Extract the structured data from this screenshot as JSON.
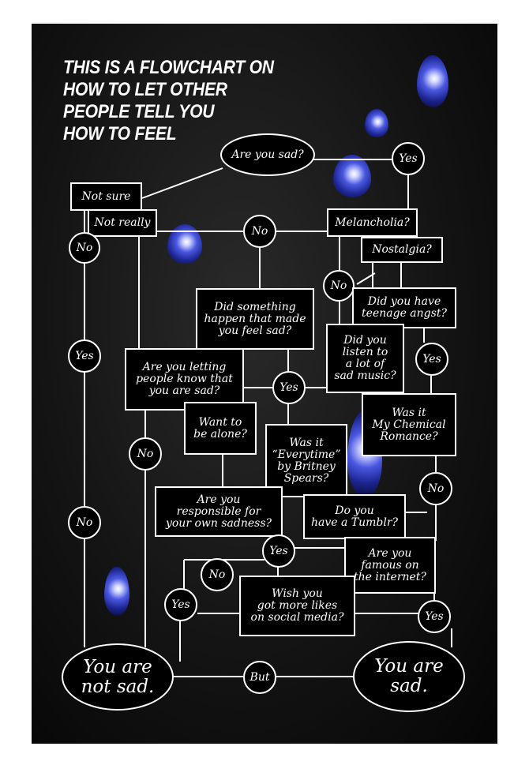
{
  "title_lines": [
    "THIS IS A FLOWCHART ON",
    "HOW TO LET OTHER",
    "PEOPLE TELL YOU",
    "HOW TO FEEL"
  ],
  "nodes": {
    "are_you_sad": "Are you sad?",
    "yes_top": "Yes",
    "not_sure": "Not sure",
    "not_really": "Not really",
    "no_left": "No",
    "no_center": "No",
    "melancholia": "Melancholia?",
    "nostalgia": "Nostalgia?",
    "no_melancholia": "No",
    "did_something_happen": "Did something\nhappen that made\nyou feel sad?",
    "teenage_angst": "Did you have\nteenage angst?",
    "yes_left": "Yes",
    "listen_sad_music": "Did you\nlisten to\na lot of\nsad music?",
    "yes_music": "Yes",
    "letting_people_know": "Are you letting\npeople know that\nyou are sad?",
    "yes_mid": "Yes",
    "my_chemical_romance": "Was it\nMy Chemical\nRomance?",
    "want_alone": "Want to\nbe alone?",
    "no_mid_left": "No",
    "everytime_britney": "Was it\n“Everytime”\nby Britney\nSpears?",
    "no_right": "No",
    "no_left_lower": "No",
    "responsible_sadness": "Are you\nresponsible for\nyour own sadness?",
    "tumblr": "Do you\nhave a Tumblr?",
    "yes_responsible": "Yes",
    "famous_internet": "Are you\nfamous on\nthe internet?",
    "no_lower": "No",
    "yes_lower_left": "Yes",
    "likes_social_media": "Wish you\ngot more likes\non social media?",
    "yes_lower_right": "Yes",
    "not_sad": "You are\nnot sad.",
    "but": "But",
    "sad": "You are\nsad."
  }
}
